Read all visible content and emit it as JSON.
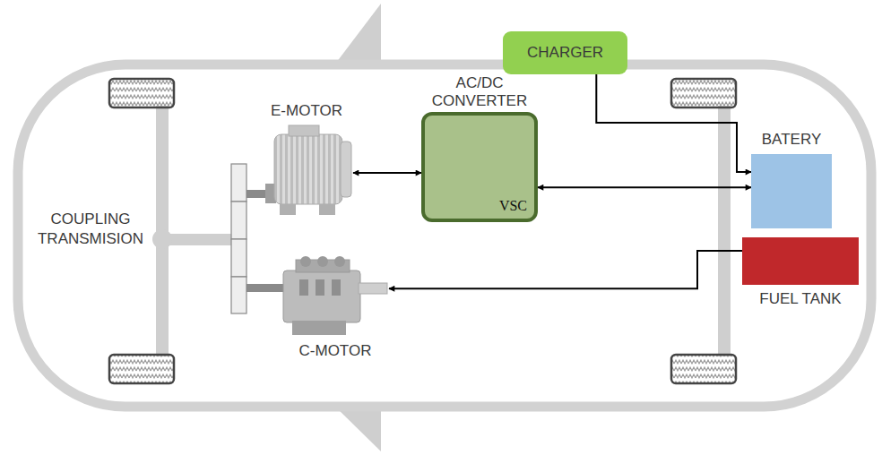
{
  "diagram": {
    "nodes": [
      {
        "text": [
          "CHARGER"
        ]
      },
      {
        "text": [
          "AC/DC CONVERTER",
          "VSC"
        ]
      },
      {
        "text": [
          "E-MOTOR"
        ]
      },
      {
        "text": [
          "BATERY"
        ]
      },
      {
        "text": [
          "FUEL TANK"
        ]
      },
      {
        "text": [
          "C-MOTOR"
        ]
      }
    ],
    "edges": [
      {
        "from": 2,
        "to": 1,
        "arrow": "both"
      },
      {
        "from": 1,
        "to": 3,
        "arrow": "both"
      },
      {
        "from": 0,
        "to": 3,
        "arrow": "to"
      },
      {
        "from": 4,
        "to": 5,
        "arrow": "to"
      }
    ],
    "labels": [
      "COUPLING TRANSMISION"
    ]
  }
}
